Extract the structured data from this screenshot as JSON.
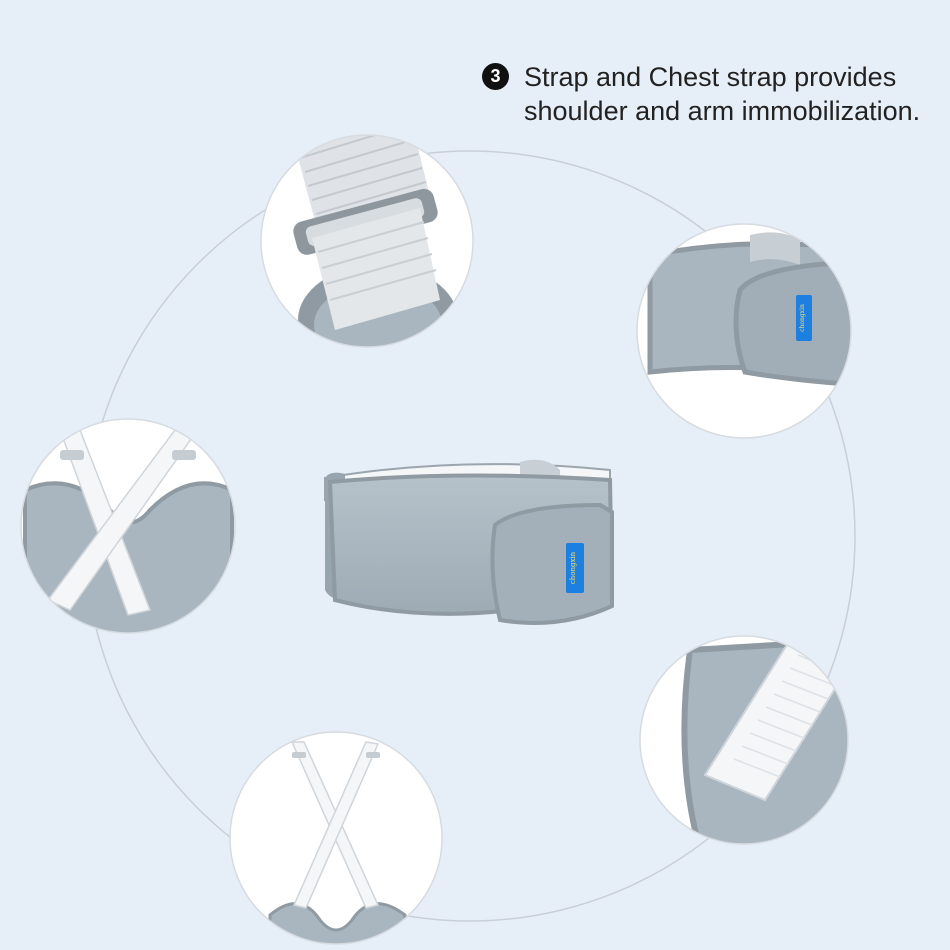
{
  "caption": {
    "step_number": "3",
    "text": "Strap and Chest strap provides shoulder and arm immobilization."
  },
  "brand_tag_text": "chongxin",
  "colors": {
    "background": "#e6eef8",
    "neoprene_grey": "#a9b6bf",
    "trim_grey": "#8f9aa2",
    "webbing_white": "#f4f6f8",
    "label_blue": "#1d7fe0",
    "orbit_line": "#c9cfd6"
  },
  "detail_views": [
    {
      "name": "shoulder-buckle-detail"
    },
    {
      "name": "velcro-closure-detail"
    },
    {
      "name": "strap-junction-detail"
    },
    {
      "name": "elastic-strap-detail"
    },
    {
      "name": "crossed-straps-detail"
    }
  ]
}
